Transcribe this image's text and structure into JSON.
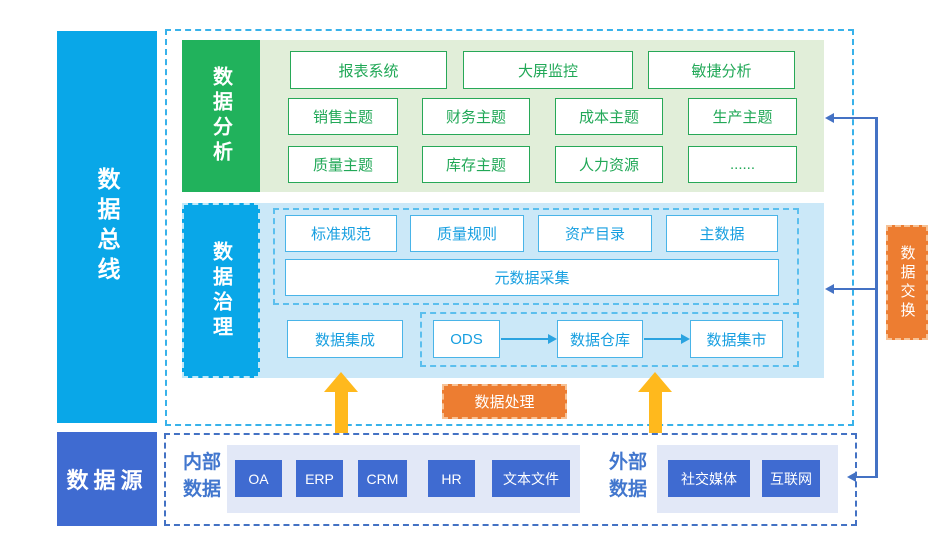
{
  "bus": {
    "label": "数据总线"
  },
  "analysis": {
    "label": "数据分析",
    "apps": [
      "报表系统",
      "大屏监控",
      "敏捷分析"
    ],
    "themes_row1": [
      "销售主题",
      "财务主题",
      "成本主题",
      "生产主题"
    ],
    "themes_row2": [
      "质量主题",
      "库存主题",
      "人力资源",
      "......"
    ]
  },
  "governance": {
    "label": "数据治理",
    "rules": [
      "标准规范",
      "质量规则",
      "资产目录",
      "主数据"
    ],
    "metadata_collection": "元数据采集",
    "integration": "数据集成",
    "pipeline": [
      "ODS",
      "数据仓库",
      "数据集市"
    ]
  },
  "processing": {
    "label": "数据处理"
  },
  "exchange": {
    "label": "数据交换"
  },
  "sources": {
    "label": "数据源",
    "internal": {
      "label": "内部数据",
      "systems": [
        "OA",
        "ERP",
        "CRM",
        "HR",
        "文本文件"
      ]
    },
    "external": {
      "label": "外部数据",
      "systems": [
        "社交媒体",
        "互联网"
      ]
    }
  },
  "colors": {
    "cyan": "#09A7E8",
    "green": "#21B25C",
    "light_green": "#E1EED9",
    "light_blue": "#CBE8F8",
    "royal_blue": "#3F6BD1",
    "lavender": "#E2E8F7",
    "orange": "#ED7D31",
    "yellow_arrow": "#FFB91D",
    "connector_blue": "#4472C4",
    "green_border": "#27A857",
    "cyan_border": "#49B4E8"
  }
}
